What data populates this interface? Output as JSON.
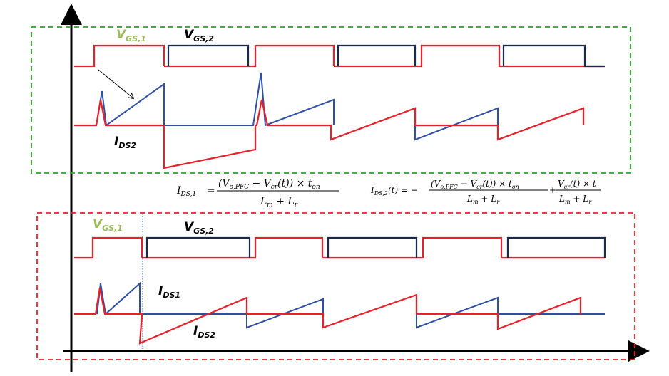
{
  "labels": {
    "top_vgs1_main": "V",
    "top_vgs1_sub": "GS,1",
    "top_vgs2_main": "V",
    "top_vgs2_sub": "GS,2",
    "top_ids2_main": "I",
    "top_ids2_sub": "DS2",
    "bot_vgs1_main": "V",
    "bot_vgs1_sub": "GS,1",
    "bot_vgs2_main": "V",
    "bot_vgs2_sub": "GS,2",
    "bot_ids1_main": "I",
    "bot_ids1_sub": "DS1",
    "bot_ids2_main": "I",
    "bot_ids2_sub": "DS2"
  },
  "equations": {
    "eq1_lhs": "I",
    "eq1_lhs_sub": "DS,1",
    "eq1_eq": "=",
    "eq1_num": "(V",
    "eq1_num_sub": "o,PFC",
    "eq1_num_rest": " − V",
    "eq1_num_sub2": "cr",
    "eq1_num_tail": "(t)) × t",
    "eq1_num_sub3": "on",
    "eq1_den": "L",
    "eq1_den_sub": "m",
    "eq1_den_mid": " + L",
    "eq1_den_sub2": "r",
    "eq2_lhs": "I",
    "eq2_lhs_sub": "DS,2",
    "eq2_lhs_tail": "(t) = −",
    "eq2_num": "(V",
    "eq2_num_sub": "o,PFC",
    "eq2_num_rest": " − V",
    "eq2_num_sub2": "cr",
    "eq2_num_tail": "(t)) × t",
    "eq2_num_sub3": "on",
    "eq2_den": "L",
    "eq2_den_sub": "m",
    "eq2_den_mid": " + L",
    "eq2_den_sub2": "r",
    "eq2_plus": "+",
    "eq2_num2": "V",
    "eq2_num2_sub": "cr",
    "eq2_num2_tail": "(t) × t",
    "eq2_den2": "L",
    "eq2_den2_sub": "m",
    "eq2_den2_mid": " + L",
    "eq2_den2_sub2": "r"
  },
  "colors": {
    "gate1": "#e8202a",
    "gate2": "#1a2a4a",
    "current_red": "#e8202a",
    "current_blue": "#2e4fa3",
    "label_green": "#9bbb59",
    "box_green": "#2ca02c",
    "box_red": "#e8202a"
  }
}
